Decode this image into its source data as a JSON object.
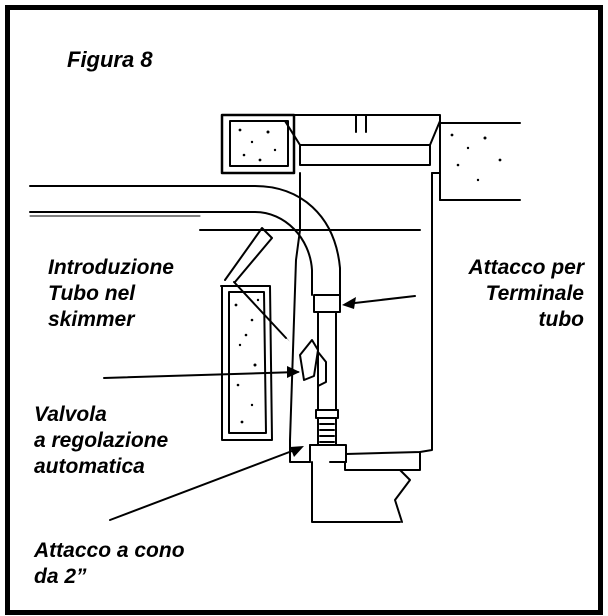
{
  "figure": {
    "title": "Figura 8",
    "labels": {
      "hose_inlet": [
        "Introduzione",
        "Tubo nel",
        "skimmer"
      ],
      "hose_connector": [
        "Attacco per",
        "Terminale",
        "tubo"
      ],
      "valve": [
        "Valvola",
        "a regolazione",
        "automatica"
      ],
      "cone_fitting": [
        "Attacco a cono",
        "da 2”"
      ]
    }
  }
}
